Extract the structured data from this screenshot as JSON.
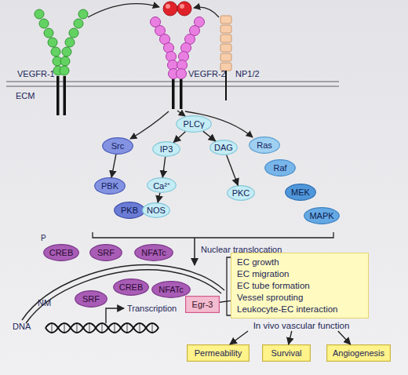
{
  "diagram": {
    "nodes": [
      {
        "text": [
          "Src"
        ]
      },
      {
        "text": [
          "PLCγ"
        ]
      },
      {
        "text": [
          "Ras"
        ]
      },
      {
        "text": [
          "PBK"
        ]
      },
      {
        "text": [
          "IP3"
        ]
      },
      {
        "text": [
          "DAG"
        ]
      },
      {
        "text": [
          "Raf"
        ]
      },
      {
        "text": [
          "Ca²⁺"
        ]
      },
      {
        "text": [
          "MEK"
        ]
      },
      {
        "text": [
          "PKB"
        ]
      },
      {
        "text": [
          "NOS"
        ]
      },
      {
        "text": [
          "PKC"
        ]
      },
      {
        "text": [
          "MAPK"
        ]
      },
      {
        "text": [
          "CREB"
        ]
      },
      {
        "text": [
          "SRF"
        ]
      },
      {
        "text": [
          "NFATc"
        ]
      },
      {
        "text": [
          "SRF"
        ]
      },
      {
        "text": [
          "CREB"
        ]
      },
      {
        "text": [
          "NFATc"
        ]
      },
      {
        "text": [
          "Egr-3"
        ]
      },
      {
        "text": [
          "EC growth",
          "EC migration",
          "EC tube formation",
          "Vessel sprouting",
          "Leukocyte-EC interaction",
          "In vivo vascular function"
        ]
      },
      {
        "text": [
          "Permeability"
        ]
      },
      {
        "text": [
          "Survival"
        ]
      },
      {
        "text": [
          "Angiogenesis"
        ]
      }
    ],
    "edges": [
      {
        "from": 0,
        "to": 3,
        "arrow": "to"
      },
      {
        "from": 1,
        "to": 4,
        "arrow": "to"
      },
      {
        "from": 4,
        "to": 7,
        "arrow": "to"
      },
      {
        "from": 7,
        "to": 10,
        "arrow": "to"
      },
      {
        "from": 1,
        "to": 5,
        "arrow": "to"
      },
      {
        "from": 5,
        "to": 11,
        "arrow": "to"
      },
      {
        "from": 19,
        "to": 20,
        "arrow": "none"
      },
      {
        "from": 20,
        "to": 21,
        "arrow": "to"
      },
      {
        "from": 20,
        "to": 22,
        "arrow": "to"
      },
      {
        "from": 20,
        "to": 23,
        "arrow": "to"
      }
    ],
    "labels": [
      "VEGFR-1",
      "VEGFR-2",
      "NP1/2",
      "ECM",
      "P",
      "Nuclear translocation",
      "NM",
      "DNA",
      "Transcription"
    ]
  }
}
